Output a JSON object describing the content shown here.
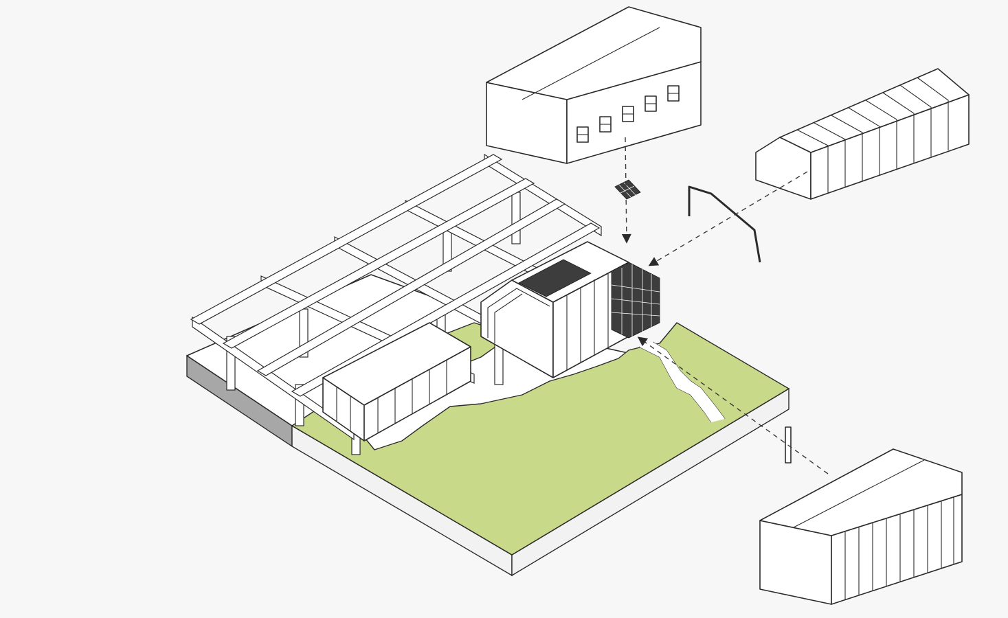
{
  "diagram": {
    "type": "exploded-axonometric",
    "colors": {
      "background": "#f7f7f7",
      "grass": "#c8d98a",
      "line": "#2b2b2b",
      "slab_side_dark": "#a7a7a7",
      "glazing": "#3d3d3d"
    },
    "components": [
      "site-platform",
      "existing-pergola-frame",
      "warehouse-shed-modules",
      "barn-with-windows",
      "window-grille-panel",
      "ribbed-barn-volume",
      "gable-portal-frame",
      "column-post",
      "barn-with-vertical-cladding"
    ]
  }
}
